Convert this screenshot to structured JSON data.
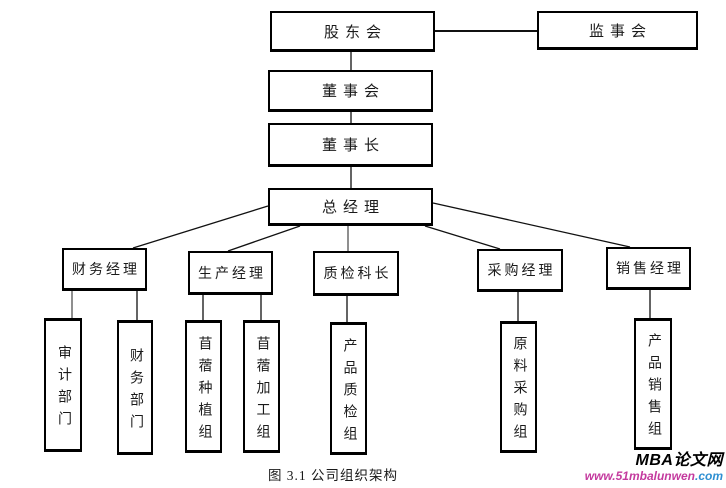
{
  "figure": {
    "caption": "图 3.1 公司组织架构"
  },
  "org": {
    "shareholders": "股东会",
    "supervisory": "监事会",
    "board": "董事会",
    "chairman": "董事长",
    "general_manager": "总经理",
    "finance_manager": "财务经理",
    "production_manager": "生产经理",
    "quality_chief": "质检科长",
    "purchasing_manager": "采购经理",
    "sales_manager": "销售经理",
    "audit_dept": "审计部门",
    "finance_dept": "财务部门",
    "planting_group": "苜蓿种植组",
    "processing_group": "苜蓿加工组",
    "quality_group": "产品质检组",
    "raw_material_group": "原料采购组",
    "sales_group": "产品销售组"
  },
  "edges": [
    {
      "from": "shareholders",
      "to": "supervisory"
    },
    {
      "from": "shareholders",
      "to": "board"
    },
    {
      "from": "board",
      "to": "chairman"
    },
    {
      "from": "chairman",
      "to": "general_manager"
    },
    {
      "from": "general_manager",
      "to": "finance_manager"
    },
    {
      "from": "general_manager",
      "to": "production_manager"
    },
    {
      "from": "general_manager",
      "to": "quality_chief"
    },
    {
      "from": "general_manager",
      "to": "purchasing_manager"
    },
    {
      "from": "general_manager",
      "to": "sales_manager"
    },
    {
      "from": "finance_manager",
      "to": "audit_dept"
    },
    {
      "from": "finance_manager",
      "to": "finance_dept"
    },
    {
      "from": "production_manager",
      "to": "planting_group"
    },
    {
      "from": "production_manager",
      "to": "processing_group"
    },
    {
      "from": "quality_chief",
      "to": "quality_group"
    },
    {
      "from": "purchasing_manager",
      "to": "raw_material_group"
    },
    {
      "from": "sales_manager",
      "to": "sales_group"
    }
  ],
  "watermark": {
    "brand": "MBA论文网",
    "url_main": "www.51mbalunwen",
    "url_suffix": ".com",
    "brand_color": "#000000",
    "url_main_color": "#c43a9e",
    "url_suffix_color": "#2e8fd2"
  }
}
